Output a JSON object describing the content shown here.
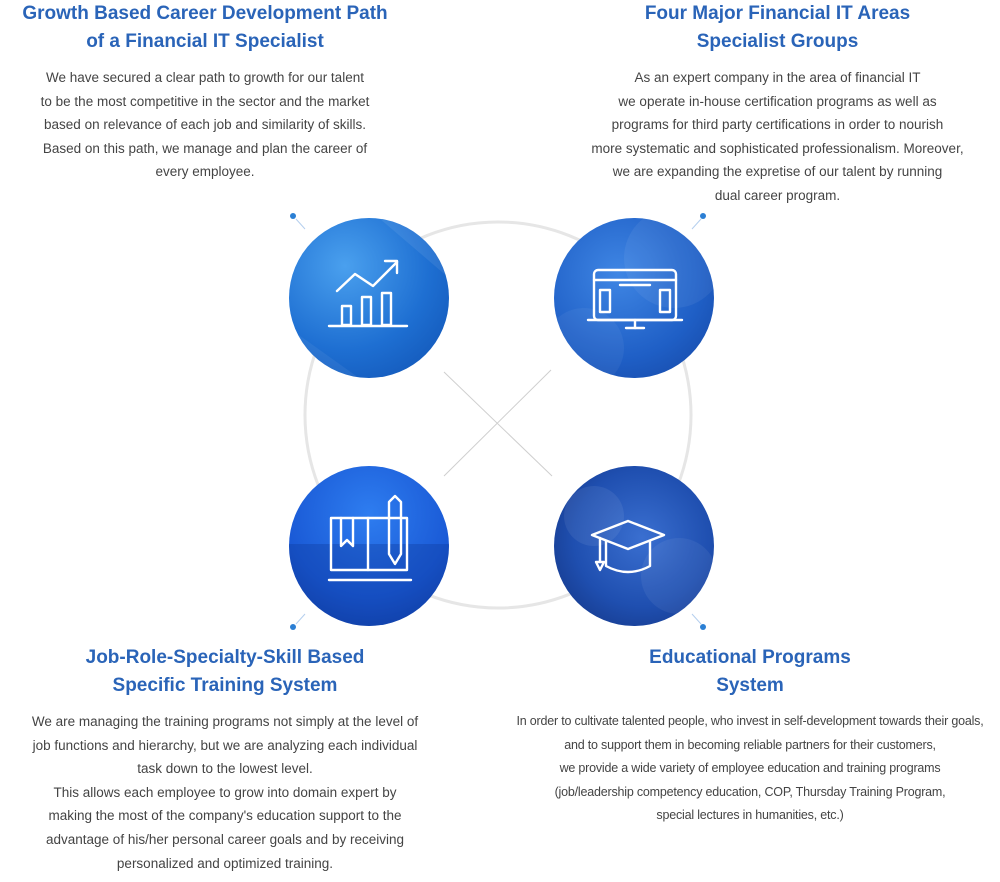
{
  "top_left": {
    "title_lines": [
      "Growth Based Career Development Path",
      "of a Financial IT Specialist"
    ],
    "body_lines": [
      "We have secured a clear path to growth for our talent",
      "to be the most competitive in the sector and the market",
      "based on relevance of each job and similarity of skills.",
      "Based on this path, we manage and plan the career of",
      "every employee."
    ],
    "icon": "growth-chart-icon"
  },
  "top_right": {
    "title_lines": [
      "Four Major Financial IT Areas",
      "Specialist Groups"
    ],
    "body_lines": [
      "As an expert company in the area of financial IT",
      "we operate in-house certification programs as well as",
      "programs for third party certifications in order to nourish",
      "more systematic and sophisticated professionalism. Moreover,",
      "we are expanding the expretise of our talent by running",
      "dual career program."
    ],
    "icon": "monitor-icon"
  },
  "bottom_left": {
    "title_lines": [
      "Job-Role-Specialty-Skill Based",
      "Specific Training System"
    ],
    "body_lines": [
      "We are managing the training programs not simply at the level of",
      "job functions and hierarchy, but we are analyzing each individual",
      "task down to the lowest level.",
      "This allows each employee to grow into domain expert by",
      "making the most of the company's education support to the",
      "advantage of his/her personal career goals and by receiving",
      "personalized and optimized training."
    ],
    "icon": "book-pen-icon"
  },
  "bottom_right": {
    "title_lines": [
      "Educational Programs",
      "System"
    ],
    "body_lines": [
      "In order to cultivate talented people, who invest in self-development towards their goals,",
      "and to support them in becoming reliable partners for their customers,",
      "we provide a wide variety of employee education and training programs",
      "(job/leadership competency education, COP, Thursday Training Program,",
      "special lectures in humanities, etc.)"
    ],
    "icon": "graduation-cap-icon"
  },
  "colors": {
    "title": "#2a64b8",
    "body": "#444444",
    "ring": "#e8e8e8",
    "dot": "#2b7fd4"
  }
}
